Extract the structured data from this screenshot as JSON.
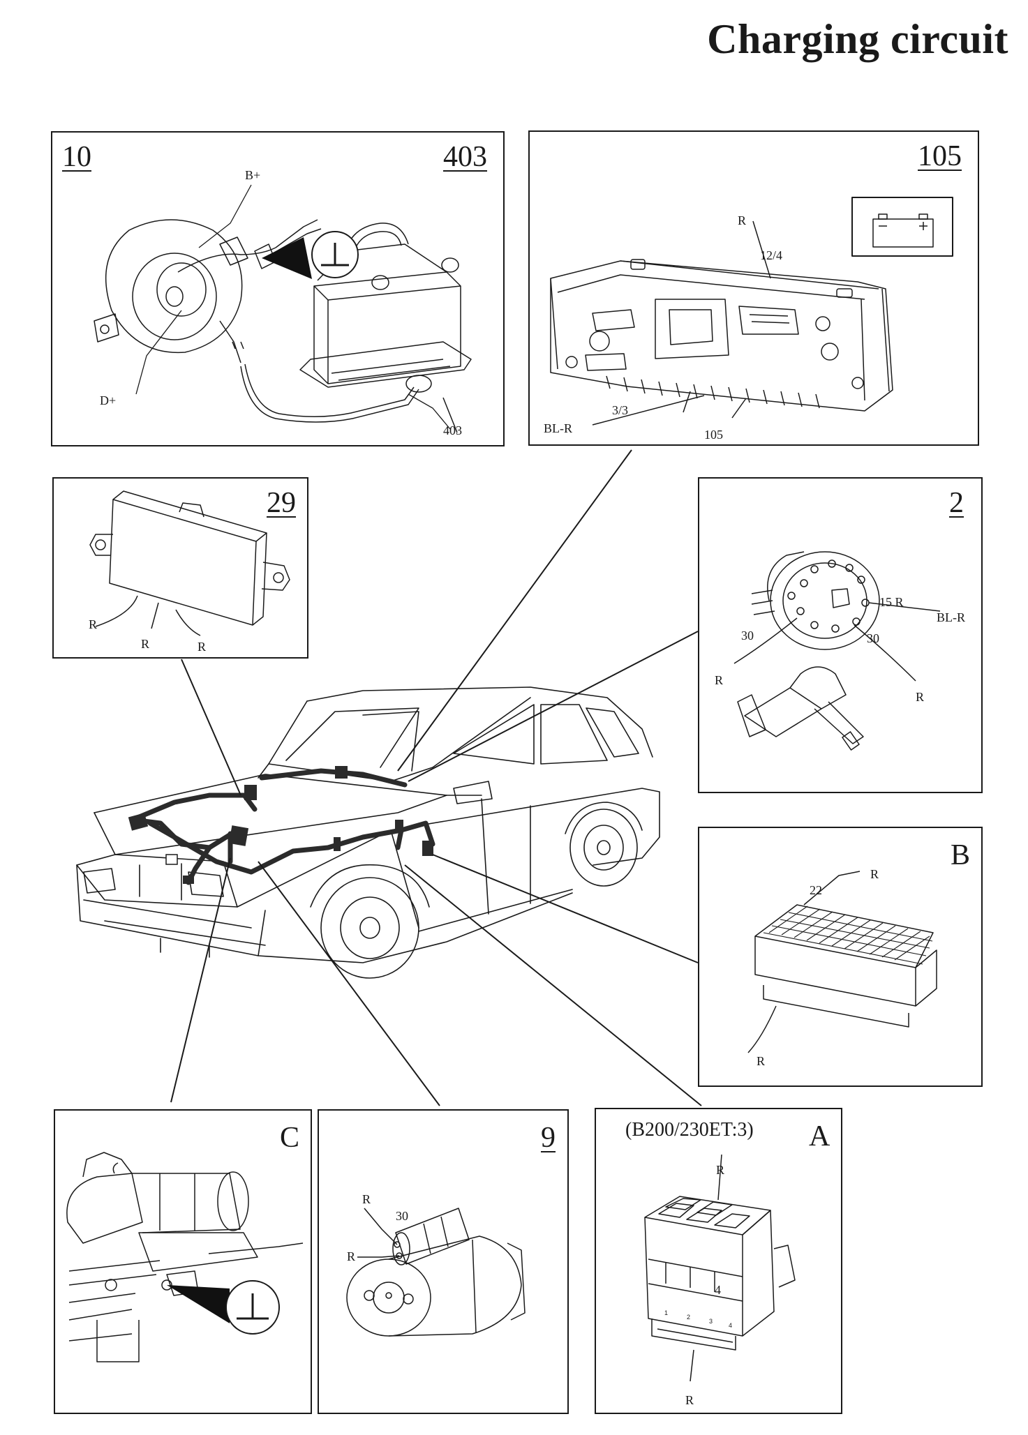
{
  "title": "Charging circuit",
  "panels": {
    "alternator": {
      "numbers": [
        "10",
        "403"
      ],
      "labels": {
        "b_plus": "B+",
        "d_plus": "D+",
        "ground_ref": "403"
      },
      "icons": [
        "ground-icon"
      ]
    },
    "instrument": {
      "number": "105",
      "labels": {
        "wire_r": "R",
        "pin_12_4": "12/4",
        "pin_3_3": "3/3",
        "wire_bl_r": "BL-R",
        "ref_105": "105"
      },
      "icons": [
        "battery-icon"
      ]
    },
    "control_unit": {
      "number": "29",
      "labels": {
        "r1": "R",
        "r2": "R",
        "r3": "R"
      }
    },
    "ignition_switch": {
      "number": "2",
      "labels": {
        "pin_15r": "15 R",
        "wire_bl_r": "BL-R",
        "pin_30_left": "30",
        "pin_30_right": "30",
        "r_left": "R",
        "r_right": "R"
      }
    },
    "connector_b": {
      "letter": "B",
      "labels": {
        "pin_22": "22",
        "r_top": "R",
        "r_bottom": "R"
      }
    },
    "connector_c": {
      "letter": "C",
      "icons": [
        "ground-icon"
      ]
    },
    "starter": {
      "number": "9",
      "labels": {
        "r_top": "R",
        "pin_30": "30",
        "r_mid": "R"
      }
    },
    "connector_a": {
      "letter": "A",
      "variant": "(B200/230ET:3)",
      "labels": {
        "r_top": "R",
        "pin_4": "4",
        "r_bottom": "R"
      }
    }
  }
}
